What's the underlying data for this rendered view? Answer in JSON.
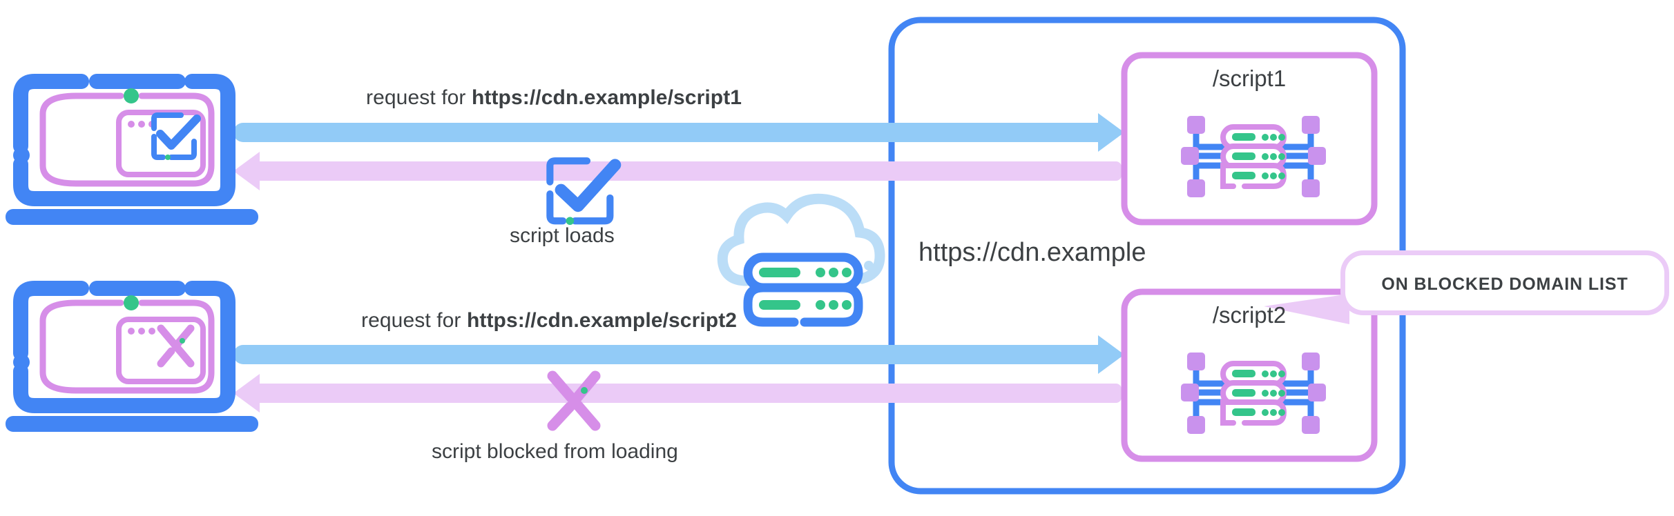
{
  "diagram": {
    "title_hidden": "",
    "colors": {
      "blue": "#4285F4",
      "blue_light": "#92CBF7",
      "purple": "#D68EE8",
      "purple_light": "#EBCBF7",
      "green": "#34C58A",
      "cloud_blue": "#BBDDF7",
      "text": "#3C4043",
      "white": "#FFFFFF"
    },
    "cdn": {
      "label": "https://cdn.example",
      "container_name": "cdn-container"
    },
    "cloud": {
      "icon": "cloud-server-icon"
    },
    "flows": [
      {
        "id": "flow-script1",
        "client_icon": "laptop-with-check-icon",
        "request_prefix": "request for ",
        "request_url": "https://cdn.example/script1",
        "response_icon": "check-box-icon",
        "response_caption": "script loads",
        "endpoint_label": "/script1",
        "endpoint_icon": "server-network-icon",
        "blocked": false
      },
      {
        "id": "flow-script2",
        "client_icon": "laptop-with-cross-icon",
        "request_prefix": "request for ",
        "request_url": "https://cdn.example/script2",
        "response_icon": "cross-icon",
        "response_caption": "script blocked from loading",
        "endpoint_label": "/script2",
        "endpoint_icon": "server-network-icon",
        "blocked": true
      }
    ],
    "callout": {
      "text": "ON BLOCKED DOMAIN LIST",
      "points_to": "/script2"
    }
  }
}
